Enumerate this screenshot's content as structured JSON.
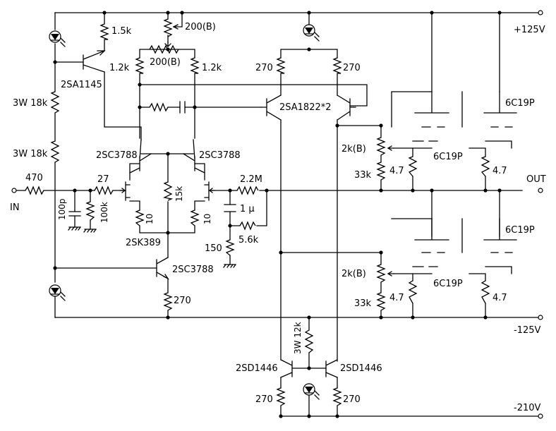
{
  "rails": {
    "pos_125": "+125V",
    "neg_125": "-125V",
    "neg_210": "-210V"
  },
  "io": {
    "input": "IN",
    "output": "OUT"
  },
  "resistors": {
    "r_1k5": "1.5k",
    "r_200b_top": "200(B)",
    "r_200b_bal": "200(B)",
    "r_1k2_left": "1.2k",
    "r_1k2_right": "1.2k",
    "r_270_a": "270",
    "r_270_b": "270",
    "r_18k_top": "3W 18k",
    "r_18k_bot": "3W 18k",
    "r_470": "470",
    "r_27": "27",
    "r_100k": "100k",
    "r_15k": "15k",
    "r_10_left": "10",
    "r_10_right": "10",
    "r_2m2": "2.2M",
    "r_5k6": "5.6k",
    "r_150": "150",
    "r_270_tail": "270",
    "r_2kb_top": "2k(B)",
    "r_33k_top": "33k",
    "r_4k7_a": "4.7",
    "r_4k7_b": "4.7",
    "r_2kb_bot": "2k(B)",
    "r_33k_bot": "33k",
    "r_4k7_c": "4.7",
    "r_4k7_d": "4.7",
    "r_12k": "3W 12k",
    "r_270_left": "270",
    "r_270_right": "270"
  },
  "capacitors": {
    "c_100p": "100p",
    "c_1u": "1 μ"
  },
  "transistors": {
    "q_2sa1145": "2SA1145",
    "q_2sc3788_l": "2SC3788",
    "q_2sc3788_r": "2SC3788",
    "q_2sk389": "2SK389",
    "q_2sc3788_tail": "2SC3788",
    "q_2sa1822": "2SA1822*2",
    "q_2sd1446_l": "2SD1446",
    "q_2sd1446_r": "2SD1446"
  },
  "tubes": {
    "t1": "6C19P",
    "t2": "6C19P",
    "t3": "6C19P",
    "t4": "6C19P"
  }
}
